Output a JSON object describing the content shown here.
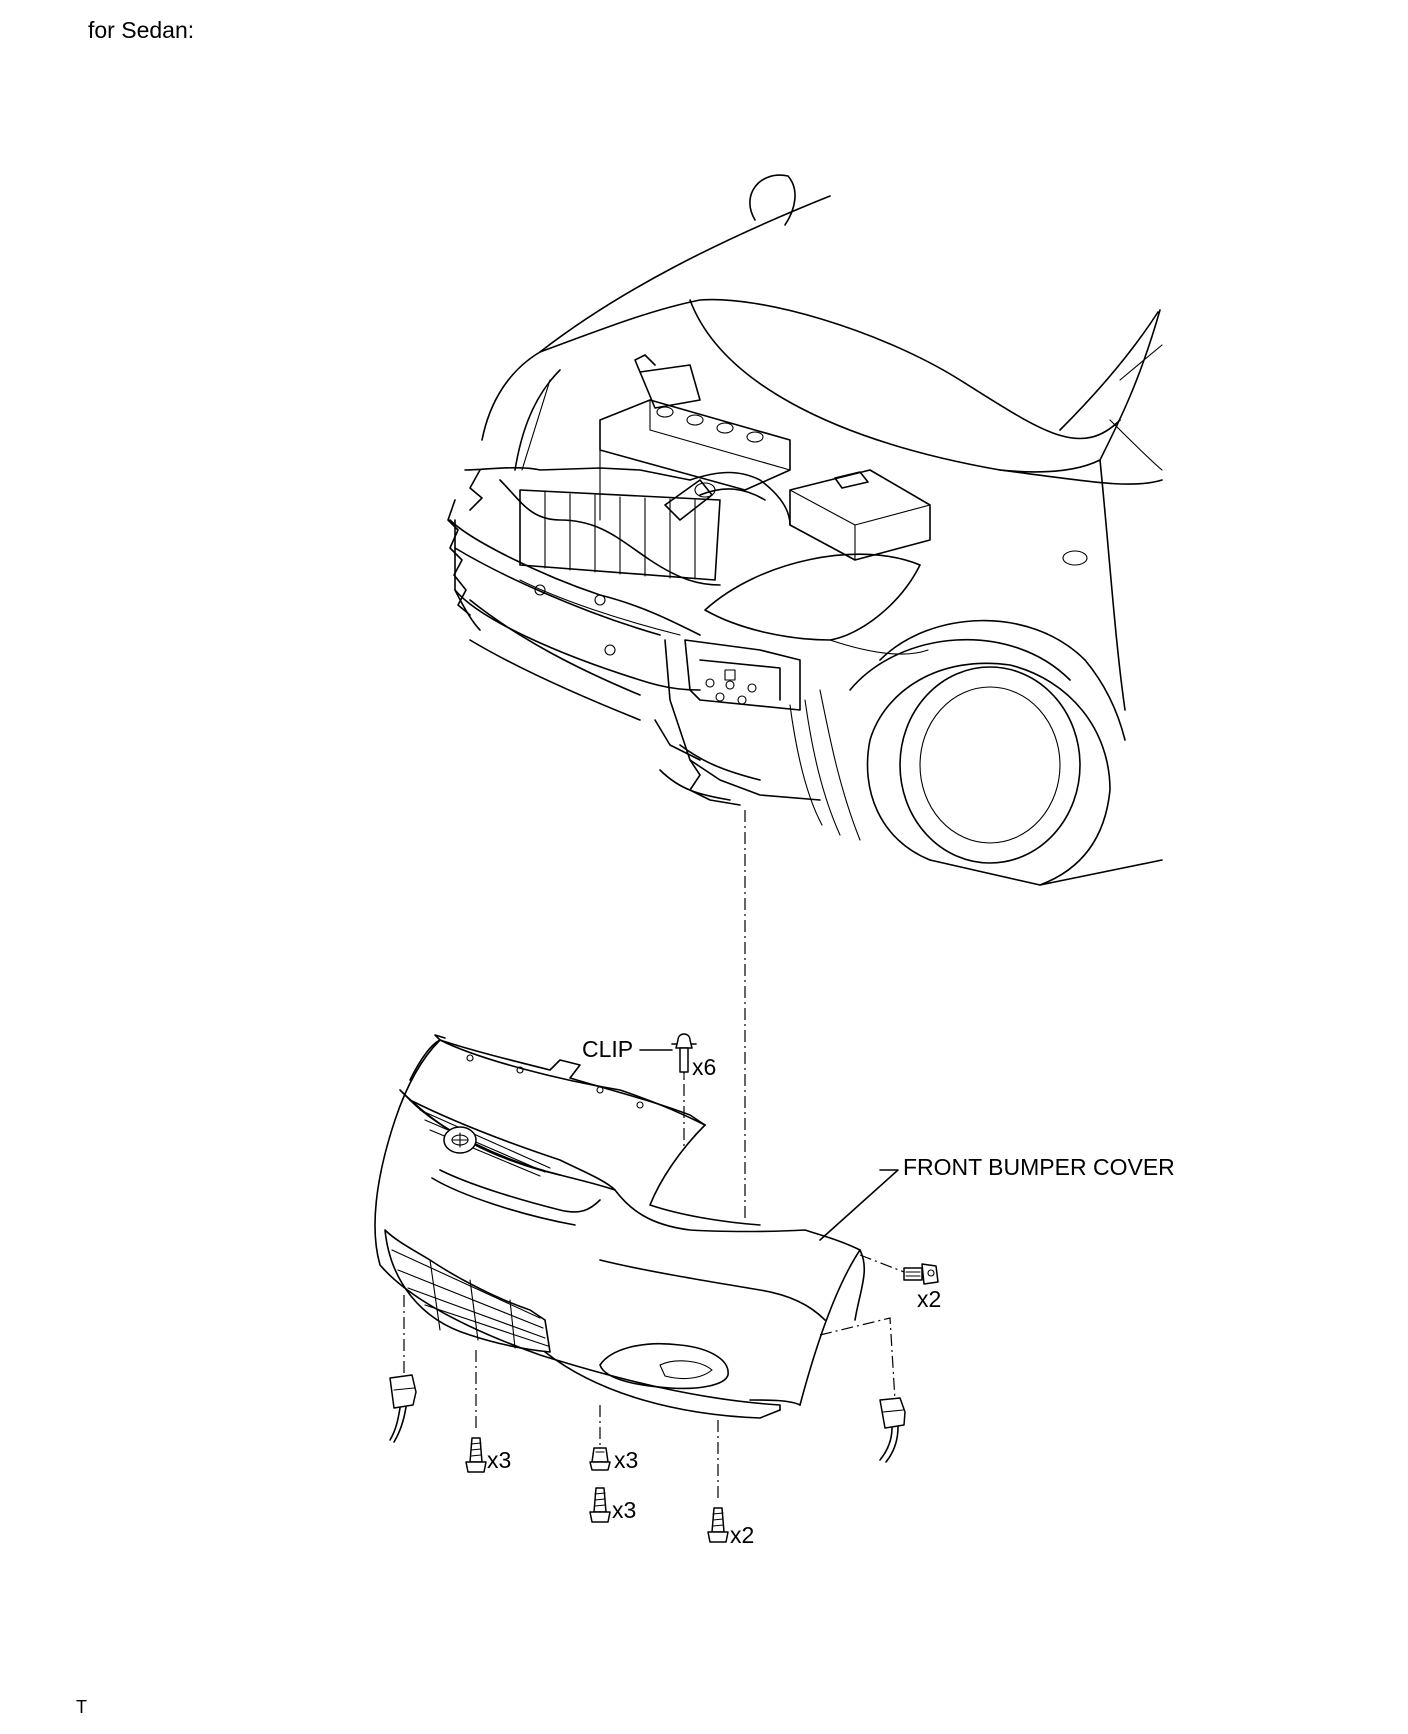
{
  "header": {
    "title": "for Sedan:"
  },
  "footer": {
    "mark": "T"
  },
  "labels": {
    "clip": "CLIP",
    "clip_qty": "x6",
    "front_bumper_cover": "FRONT BUMPER COVER",
    "side_bolt_qty": "x2",
    "lower_screw_left_qty": "x3",
    "lower_clip_qty": "x3",
    "lower_screw_center_qty": "x3",
    "lower_bolt_right_qty": "x2"
  },
  "icons": [
    "car-front-body-icon",
    "front-bumper-cover-icon",
    "clip-icon",
    "bolt-icon",
    "screw-icon",
    "fog-lamp-connector-icon"
  ]
}
